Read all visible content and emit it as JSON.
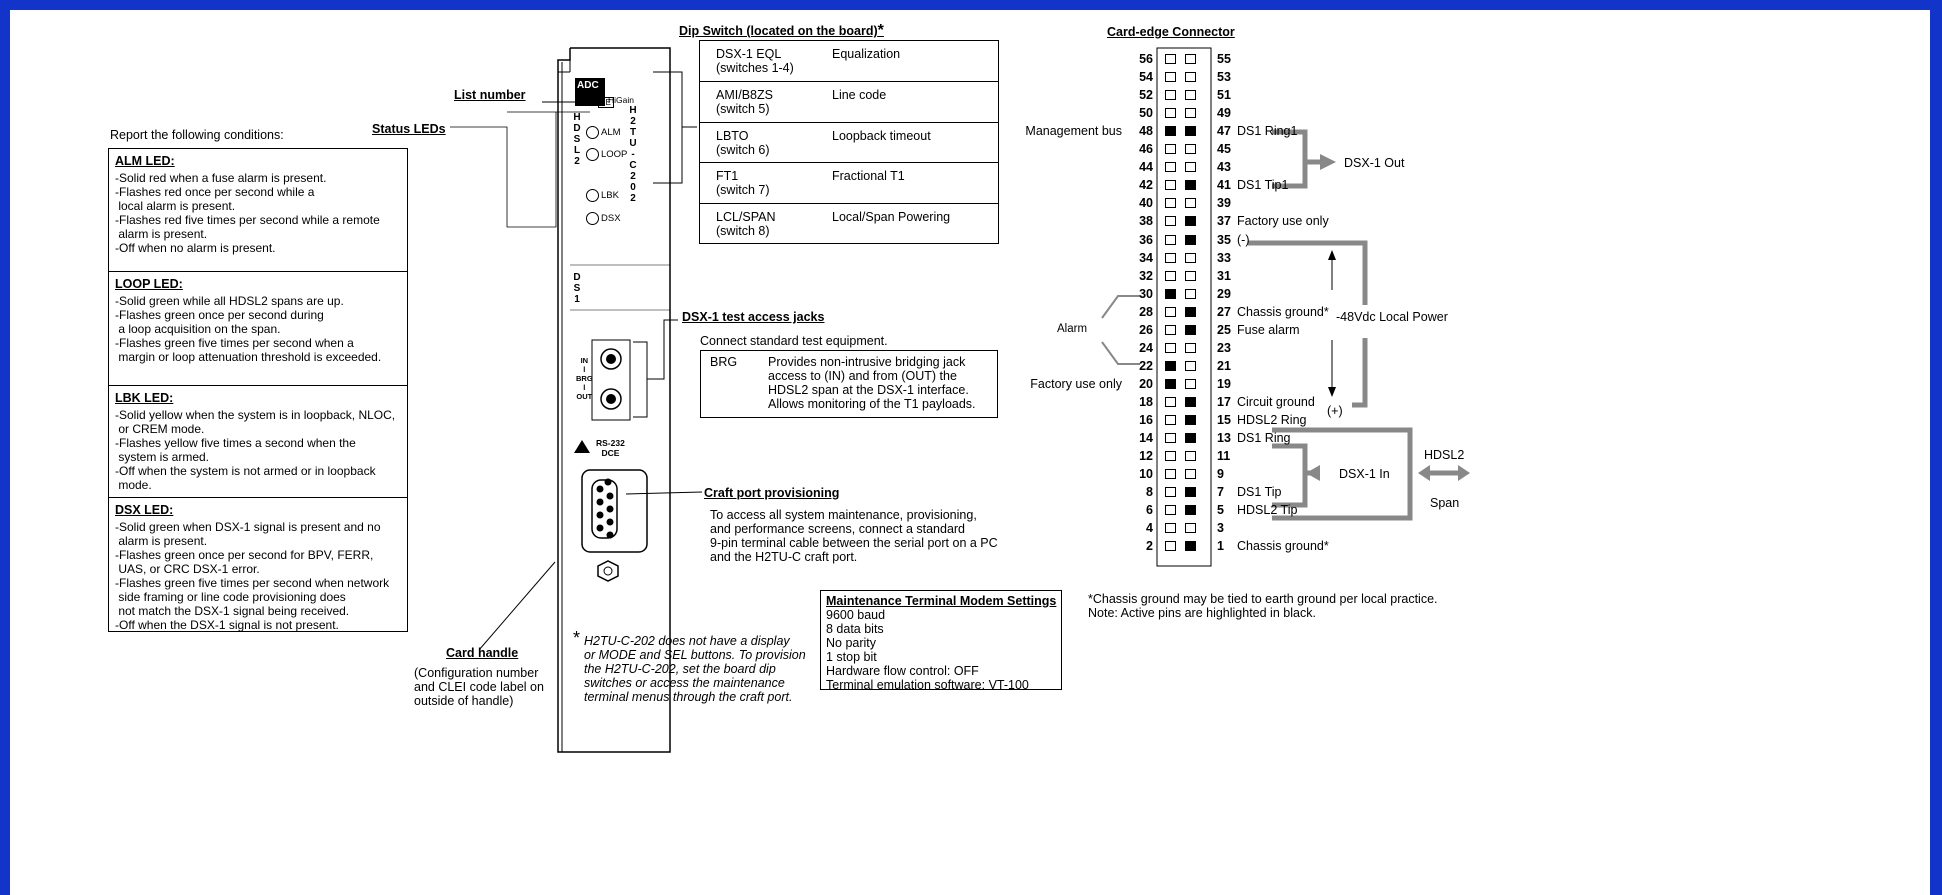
{
  "dip": {
    "title": "Dip Switch (located on the board)",
    "asterisk": "*",
    "rows": [
      {
        "name": "DSX-1 EQL",
        "sub": "(switches 1-4)",
        "desc": "Equalization"
      },
      {
        "name": "AMI/B8ZS",
        "sub": "(switch 5)",
        "desc": "Line code"
      },
      {
        "name": "LBTO",
        "sub": "(switch 6)",
        "desc": "Loopback timeout"
      },
      {
        "name": "FT1",
        "sub": "(switch 7)",
        "desc": "Fractional T1"
      },
      {
        "name": "LCL/SPAN",
        "sub": "(switch 8)",
        "desc": "Local/Span Powering"
      }
    ]
  },
  "labels": {
    "list_number": "List number",
    "status_leds": "Status LEDs",
    "report": "Report the following conditions:",
    "test_jacks": "DSX-1 test access jacks",
    "connect_std": "Connect standard test equipment.",
    "brg_name": "BRG",
    "brg_desc": "Provides non-intrusive bridging jack\naccess to (IN) and from (OUT) the\nHDSL2 span at the DSX-1 interface.\nAllows monitoring of the T1 payloads.",
    "craft_port": "Craft port provisioning",
    "craft_desc": "To access all system maintenance, provisioning,\nand performance screens, connect a standard\n9-pin terminal cable between the serial port on a PC\nand the H2TU-C craft port.",
    "card_handle": "Card handle",
    "card_handle_desc": "(Configuration number\nand CLEI code label on\noutside of handle)",
    "footnote_star": "*",
    "footnote": "H2TU-C-202 does not have a display\nor MODE and SEL buttons. To provision\nthe H2TU-C-202, set the board dip\nswitches or access the maintenance\nterminal menus through the craft port.",
    "modem_title": "Maintenance Terminal Modem Settings",
    "modem_lines": "9600 baud\n8 data bits\nNo parity\n1 stop bit\nHardware flow control: OFF\nTerminal emulation software: VT-100",
    "card_edge": "Card-edge Connector",
    "chassis_note": "*Chassis ground may be tied to earth ground per local practice.\nNote: Active pins are highlighted in black."
  },
  "leds": [
    {
      "title": "ALM LED:",
      "lines": "-Solid red when a fuse alarm is present.\n-Flashes red once per second while a\n local alarm is present.\n-Flashes red five times per second while a remote\n alarm is present.\n-Off when no alarm is present."
    },
    {
      "title": "LOOP LED:",
      "lines": "-Solid green while all HDSL2 spans are up.\n-Flashes green once per second during\n a loop acquisition on the span.\n-Flashes green five times per second when a\n margin or loop attenuation threshold is exceeded."
    },
    {
      "title": "LBK LED:",
      "lines": "-Solid yellow when the system is in loopback, NLOC,\n or CREM mode.\n-Flashes yellow five times a second when the\n system is armed.\n-Off when the system is not armed or in loopback\n mode."
    },
    {
      "title": "DSX LED:",
      "lines": "-Solid green when DSX-1 signal is present and no\n alarm is present.\n-Flashes green once per second for BPV, FERR,\n UAS, or CRC DSX-1 error.\n-Flashes green five times per second when network\n side framing or line code provisioning does\n not match the DSX-1 signal being received.\n-Off when the DSX-1 signal is not present."
    }
  ],
  "card": {
    "brand": "ADC",
    "sub": "HiGain",
    "list": "L",
    "list_box": "1E",
    "model_v": "H\n2\nT\nU\n-\nC\n2\n0\n2",
    "hdsl_v": "H\nD\nS\nL\n2",
    "ds1_v": "D\nS\n1",
    "led_alm": "ALM",
    "led_loop": "LOOP",
    "led_lbk": "LBK",
    "led_dsx": "DSX",
    "jack_lbl": "IN\nl\nBRG\nl\nOUT",
    "rs232": "RS-232\nDCE"
  },
  "connector": {
    "pins": [
      {
        "l": 56,
        "r": 55,
        "lon": false,
        "ron": false,
        "ls": "",
        "rs": ""
      },
      {
        "l": 54,
        "r": 53,
        "lon": false,
        "ron": false,
        "ls": "",
        "rs": ""
      },
      {
        "l": 52,
        "r": 51,
        "lon": false,
        "ron": false,
        "ls": "",
        "rs": ""
      },
      {
        "l": 50,
        "r": 49,
        "lon": false,
        "ron": false,
        "ls": "",
        "rs": ""
      },
      {
        "l": 48,
        "r": 47,
        "lon": true,
        "ron": true,
        "ls": "Management bus",
        "rs": "DS1 Ring1"
      },
      {
        "l": 46,
        "r": 45,
        "lon": false,
        "ron": false,
        "ls": "",
        "rs": ""
      },
      {
        "l": 44,
        "r": 43,
        "lon": false,
        "ron": false,
        "ls": "",
        "rs": ""
      },
      {
        "l": 42,
        "r": 41,
        "lon": false,
        "ron": true,
        "ls": "",
        "rs": "DS1 Tip1"
      },
      {
        "l": 40,
        "r": 39,
        "lon": false,
        "ron": false,
        "ls": "",
        "rs": ""
      },
      {
        "l": 38,
        "r": 37,
        "lon": false,
        "ron": true,
        "ls": "",
        "rs": "Factory use only"
      },
      {
        "l": 36,
        "r": 35,
        "lon": false,
        "ron": true,
        "ls": "",
        "rs": "(-)"
      },
      {
        "l": 34,
        "r": 33,
        "lon": false,
        "ron": false,
        "ls": "",
        "rs": ""
      },
      {
        "l": 32,
        "r": 31,
        "lon": false,
        "ron": false,
        "ls": "",
        "rs": ""
      },
      {
        "l": 30,
        "r": 29,
        "lon": true,
        "ron": false,
        "ls": "",
        "rs": ""
      },
      {
        "l": 28,
        "r": 27,
        "lon": false,
        "ron": true,
        "ls": "",
        "rs": "Chassis ground*"
      },
      {
        "l": 26,
        "r": 25,
        "lon": false,
        "ron": true,
        "ls": "",
        "rs": "Fuse alarm"
      },
      {
        "l": 24,
        "r": 23,
        "lon": false,
        "ron": false,
        "ls": "",
        "rs": ""
      },
      {
        "l": 22,
        "r": 21,
        "lon": true,
        "ron": false,
        "ls": "",
        "rs": ""
      },
      {
        "l": 20,
        "r": 19,
        "lon": true,
        "ron": false,
        "ls": "Factory use only",
        "rs": ""
      },
      {
        "l": 18,
        "r": 17,
        "lon": false,
        "ron": true,
        "ls": "",
        "rs": "Circuit ground"
      },
      {
        "l": 16,
        "r": 15,
        "lon": false,
        "ron": true,
        "ls": "",
        "rs": "HDSL2 Ring"
      },
      {
        "l": 14,
        "r": 13,
        "lon": false,
        "ron": true,
        "ls": "",
        "rs": "DS1 Ring"
      },
      {
        "l": 12,
        "r": 11,
        "lon": false,
        "ron": false,
        "ls": "",
        "rs": ""
      },
      {
        "l": 10,
        "r": 9,
        "lon": false,
        "ron": false,
        "ls": "",
        "rs": ""
      },
      {
        "l": 8,
        "r": 7,
        "lon": false,
        "ron": true,
        "ls": "",
        "rs": "DS1 Tip"
      },
      {
        "l": 6,
        "r": 5,
        "lon": false,
        "ron": true,
        "ls": "",
        "rs": "HDSL2 Tip"
      },
      {
        "l": 4,
        "r": 3,
        "lon": false,
        "ron": false,
        "ls": "",
        "rs": ""
      },
      {
        "l": 2,
        "r": 1,
        "lon": false,
        "ron": true,
        "ls": "",
        "rs": "Chassis ground*"
      }
    ],
    "dsx1_out": "DSX-1 Out",
    "dsx1_in": "DSX-1 In",
    "alarm": "Alarm",
    "power": "-48Vdc  Local Power",
    "plus": "(+)",
    "hdsl2": "HDSL2",
    "span": "Span"
  }
}
